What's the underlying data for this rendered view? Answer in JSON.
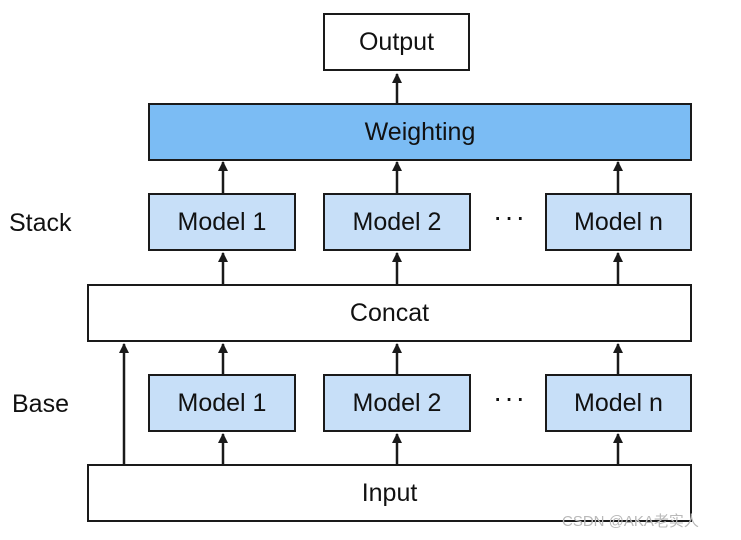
{
  "diagram": {
    "output_label": "Output",
    "weighting_label": "Weighting",
    "concat_label": "Concat",
    "input_label": "Input",
    "stack_label": "Stack",
    "base_label": "Base",
    "ellipsis": "···",
    "stack_models": [
      "Model 1",
      "Model 2",
      "Model n"
    ],
    "base_models": [
      "Model 1",
      "Model 2",
      "Model n"
    ]
  },
  "watermark": "CSDN @AKA老实人",
  "colors": {
    "model_fill": "#c7dff8",
    "weighting_fill": "#7bbcf4",
    "stroke": "#1a1a1a"
  }
}
